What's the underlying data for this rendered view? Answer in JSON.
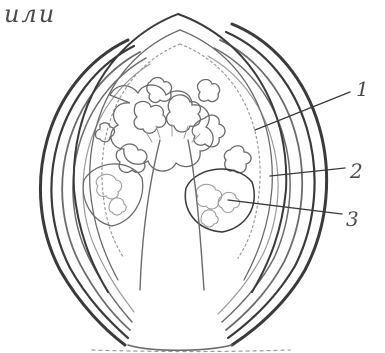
{
  "header_word": "или",
  "labels": [
    {
      "id": "label-1",
      "text": "1"
    },
    {
      "id": "label-2",
      "text": "2"
    },
    {
      "id": "label-3",
      "text": "3"
    }
  ],
  "colors": {
    "ink": "#3a3a3a",
    "paper": "#ffffff"
  }
}
